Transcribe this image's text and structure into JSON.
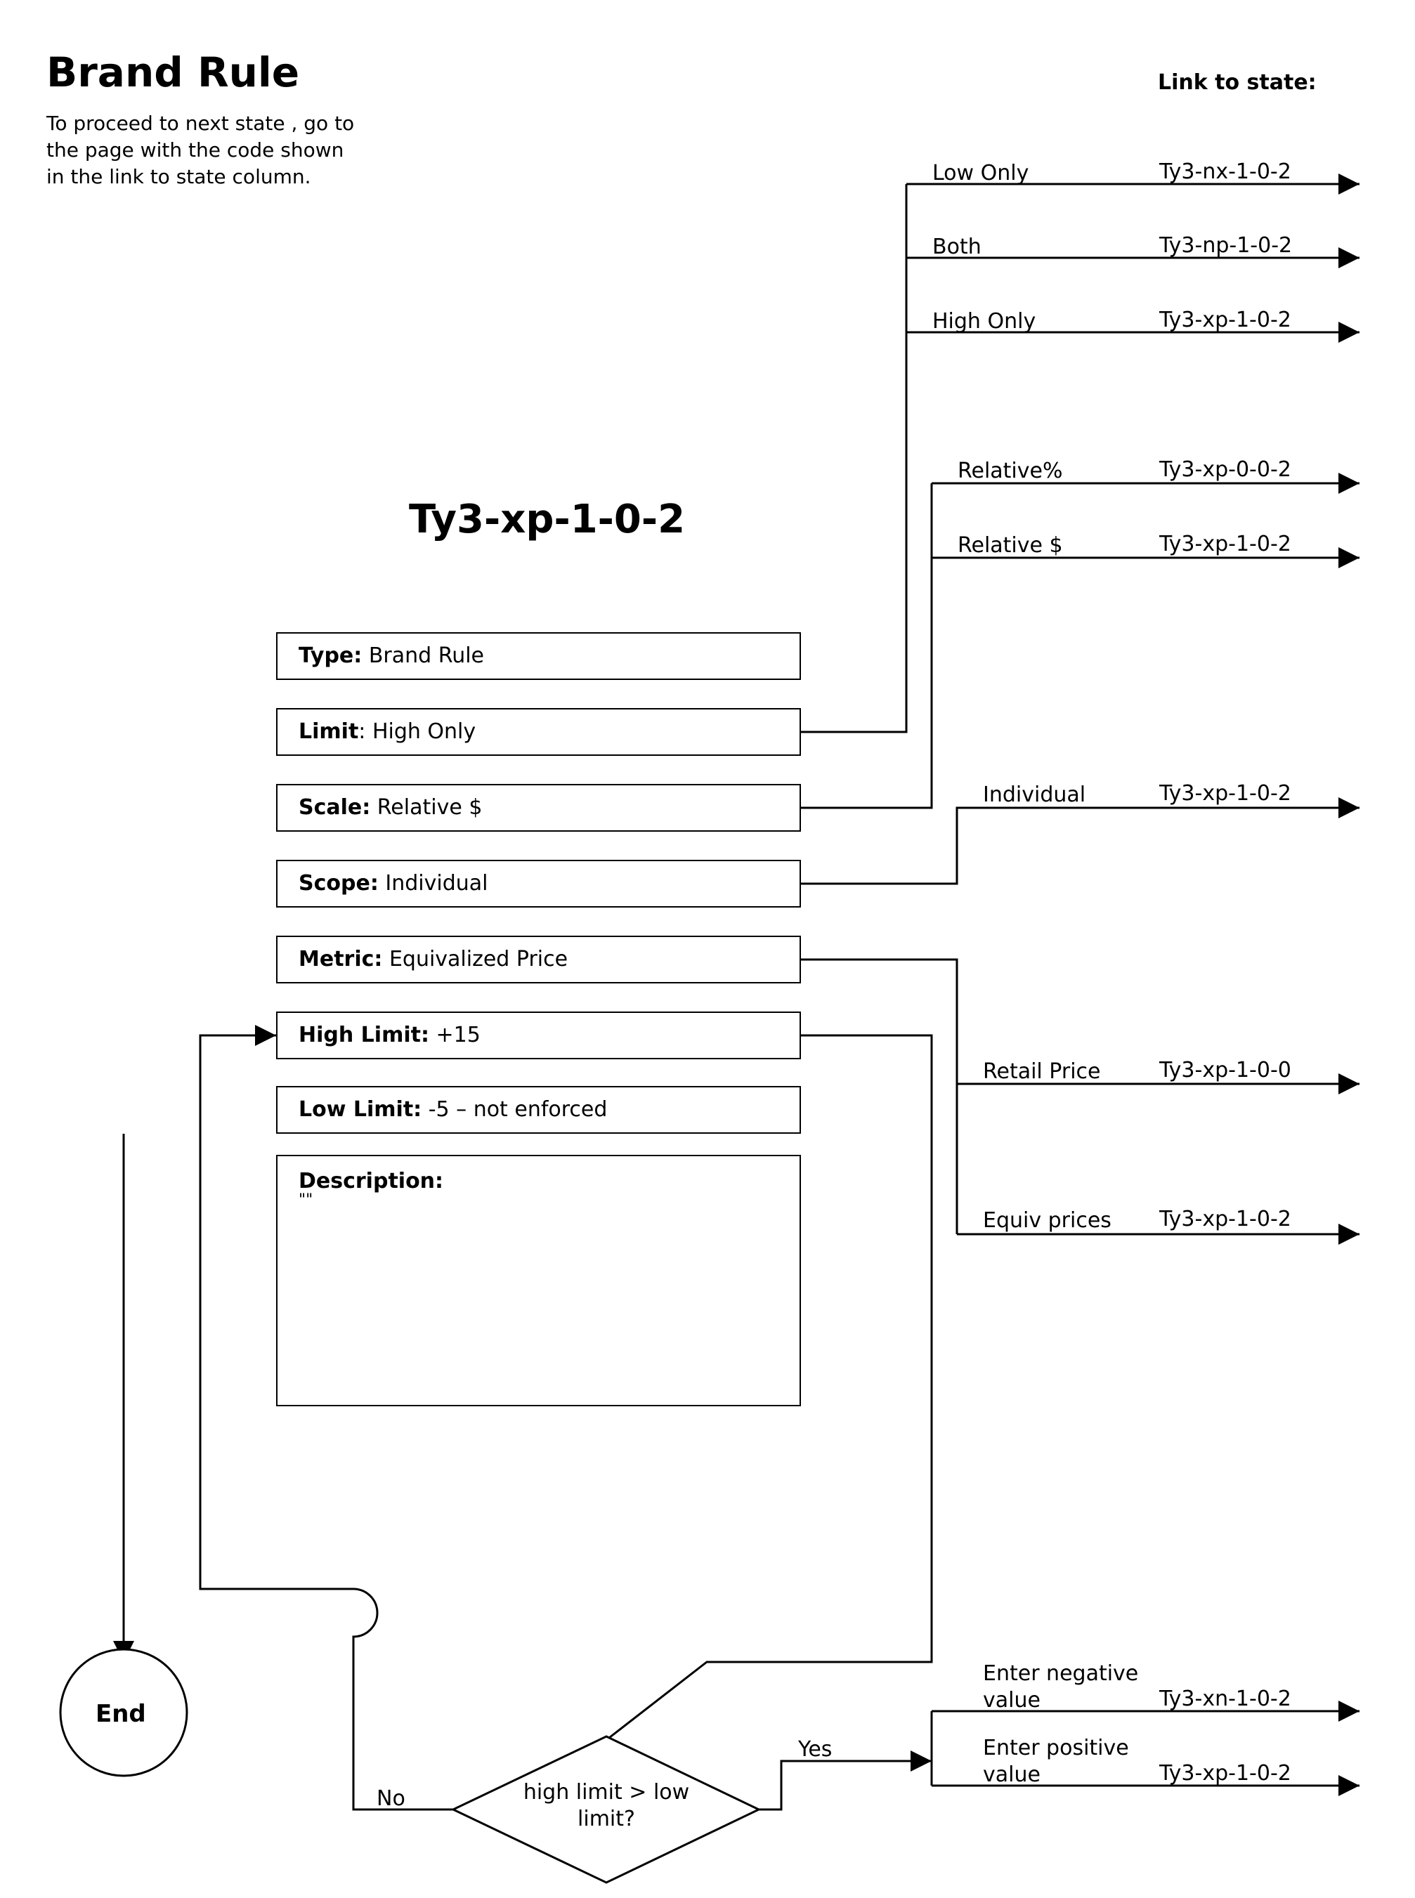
{
  "title": "Brand Rule",
  "instructions": "To proceed to next state , go to the page with the code shown in the link to state column.",
  "link_header": "Link to state:",
  "state_code": "Ty3-xp-1-0-2",
  "fields": [
    {
      "label": "Type:",
      "value": " Brand Rule"
    },
    {
      "label": "Limit",
      "value": ": High Only"
    },
    {
      "label": "Scale:",
      "value": " Relative $"
    },
    {
      "label": "Scope:",
      "value": " Individual"
    },
    {
      "label": "Metric:",
      "value": " Equivalized Price"
    },
    {
      "label": "High Limit:",
      "value": " +15"
    },
    {
      "label": "Low Limit:",
      "value": " -5 – not enforced"
    }
  ],
  "description": {
    "label": "Description:",
    "value": "\"\""
  },
  "options": [
    {
      "label": "Low Only",
      "link": "Ty3-nx-1-0-2"
    },
    {
      "label": "Both",
      "link": "Ty3-np-1-0-2"
    },
    {
      "label": "High Only",
      "link": "Ty3-xp-1-0-2"
    },
    {
      "label": "Relative%",
      "link": "Ty3-xp-0-0-2"
    },
    {
      "label": "Relative $",
      "link": "Ty3-xp-1-0-2"
    },
    {
      "label": "Individual",
      "link": "Ty3-xp-1-0-2"
    },
    {
      "label": "Retail Price",
      "link": "Ty3-xp-1-0-0"
    },
    {
      "label": "Equiv prices",
      "link": "Ty3-xp-1-0-2"
    },
    {
      "label": "Enter negative value",
      "link": "Ty3-xn-1-0-2"
    },
    {
      "label": "Enter positive value",
      "link": "Ty3-xp-1-0-2"
    }
  ],
  "decision": {
    "question": "high limit > low limit?",
    "yes": "Yes",
    "no": "No"
  },
  "end_label": "End"
}
